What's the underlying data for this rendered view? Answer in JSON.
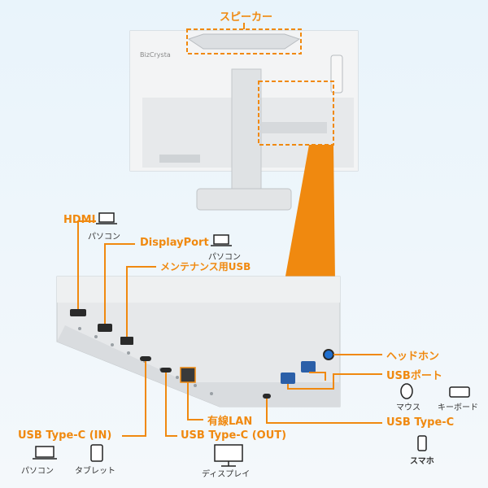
{
  "top_label": "スピーカー",
  "monitor_brand": "BizCrysta",
  "ports": {
    "hdmi": {
      "label": "HDMI",
      "device": "パソコン"
    },
    "displayport": {
      "label": "DisplayPort",
      "device": "パソコン"
    },
    "maintenance_usb": {
      "label": "メンテナンス用USB"
    },
    "headphone": {
      "label": "ヘッドホン"
    },
    "usb_port": {
      "label": "USBポート",
      "devices": [
        "マウス",
        "キーボード"
      ]
    },
    "lan": {
      "label": "有線LAN"
    },
    "usbc_out_right": {
      "label": "USB Type-C",
      "device": "スマホ"
    },
    "usbc_in": {
      "label": "USB Type-C (IN)",
      "devices": [
        "パソコン",
        "タブレット"
      ]
    },
    "usbc_out": {
      "label": "USB Type-C (OUT)",
      "device": "ディスプレイ"
    }
  },
  "colors": {
    "accent": "#f0890f",
    "panel": "#e6e8ea",
    "dark": "#2a2a2a"
  }
}
